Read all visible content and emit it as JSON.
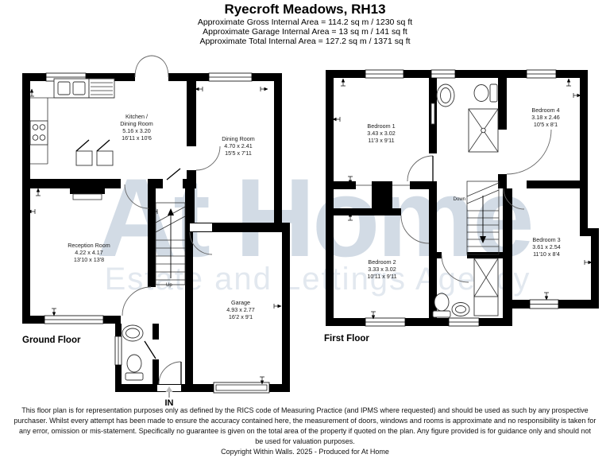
{
  "header": {
    "title": "Ryecroft Meadows, RH13",
    "line1": "Approximate Gross Internal Area = 114.2 sq m / 1230 sq ft",
    "line2": "Approximate Garage Internal Area = 13 sq m / 141 sq ft",
    "line3": "Approximate Total Internal Area = 127.2 sq m / 1371 sq ft"
  },
  "watermark": {
    "brand": "At Home",
    "tagline": "Estate and Lettings Agency",
    "brand_color": "#d2dbe5",
    "tagline_color": "#e2e8ef"
  },
  "ground_floor": {
    "label": "Ground Floor",
    "entrance_label": "IN",
    "stairs_label": "Up",
    "rooms": {
      "kitchen": {
        "line1": "Kitchen /",
        "line2": "Dining Room",
        "metric": "5.16 x 3.20",
        "imperial": "16'11 x 10'6"
      },
      "dining": {
        "name": "Dining Room",
        "metric": "4.70 x 2.41",
        "imperial": "15'5 x 7'11"
      },
      "reception": {
        "name": "Reception Room",
        "metric": "4.22 x 4.17",
        "imperial": "13'10 x 13'8"
      },
      "garage": {
        "name": "Garage",
        "metric": "4.93 x 2.77",
        "imperial": "16'2 x 9'1"
      }
    }
  },
  "first_floor": {
    "label": "First Floor",
    "stairs_label": "Down",
    "rooms": {
      "bedroom1": {
        "name": "Bedroom 1",
        "metric": "3.43 x 3.02",
        "imperial": "11'3 x 9'11"
      },
      "bedroom2": {
        "name": "Bedroom 2",
        "metric": "3.33 x 3.02",
        "imperial": "10'11 x 9'11"
      },
      "bedroom3": {
        "name": "Bedroom 3",
        "metric": "3.61 x 2.54",
        "imperial": "11'10 x 8'4"
      },
      "bedroom4": {
        "name": "Bedroom 4",
        "metric": "3.18 x 2.46",
        "imperial": "10'5 x 8'1"
      }
    }
  },
  "footer": {
    "line1": "This floor plan is for representation purposes only as defined by the RICS code of Measuring Practice (and IPMS where requested) and should be used as such by any prospective",
    "line2": "purchaser. Whilst every attempt has been made to ensure the accuracy contained here, the measurement of doors, windows and rooms is approximate and no responsibility is taken for",
    "line3": "any error, omission or mis-statement. Specifically no guarantee is given on the total area of the property if quoted on the plan. Any figure provided is for guidance only and should not",
    "line4": "be used for valuation purposes.",
    "copyright": "Copyright Within Walls. 2025 - Produced for At Home"
  }
}
